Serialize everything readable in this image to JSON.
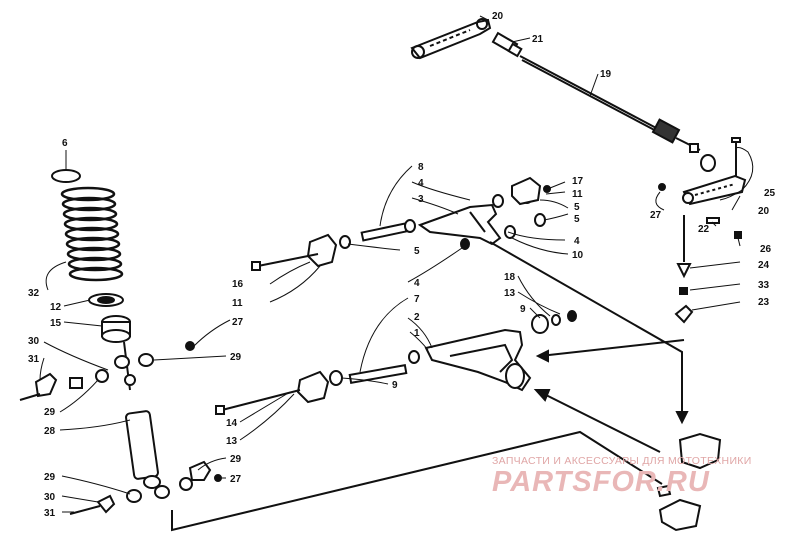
{
  "watermark": {
    "tagline": "ЗАПЧАСТИ И АКСЕССУАРЫ ДЛЯ МОТОТЕХНИКИ",
    "brand": "PARTSFOR.RU"
  },
  "labels": {
    "l1": "1",
    "l2": "2",
    "l3": "3",
    "l4a": "4",
    "l4b": "4",
    "l4c": "4",
    "l5a": "5",
    "l5b": "5",
    "l5c": "5",
    "l6": "6",
    "l7": "7",
    "l8": "8",
    "l9a": "9",
    "l9b": "9",
    "l10": "10",
    "l11a": "11",
    "l11b": "11",
    "l12": "12",
    "l13a": "13",
    "l13b": "13",
    "l14": "14",
    "l15": "15",
    "l16": "16",
    "l17": "17",
    "l18": "18",
    "l19": "19",
    "l20a": "20",
    "l20b": "20",
    "l21": "21",
    "l22": "22",
    "l23": "23",
    "l24": "24",
    "l25": "25",
    "l26": "26",
    "l27a": "27",
    "l27b": "27",
    "l27c": "27",
    "l28": "28",
    "l29a": "29",
    "l29b": "29",
    "l29c": "29",
    "l29d": "29",
    "l30a": "30",
    "l30b": "30",
    "l31a": "31",
    "l31b": "31",
    "l32": "32",
    "l33": "33"
  }
}
